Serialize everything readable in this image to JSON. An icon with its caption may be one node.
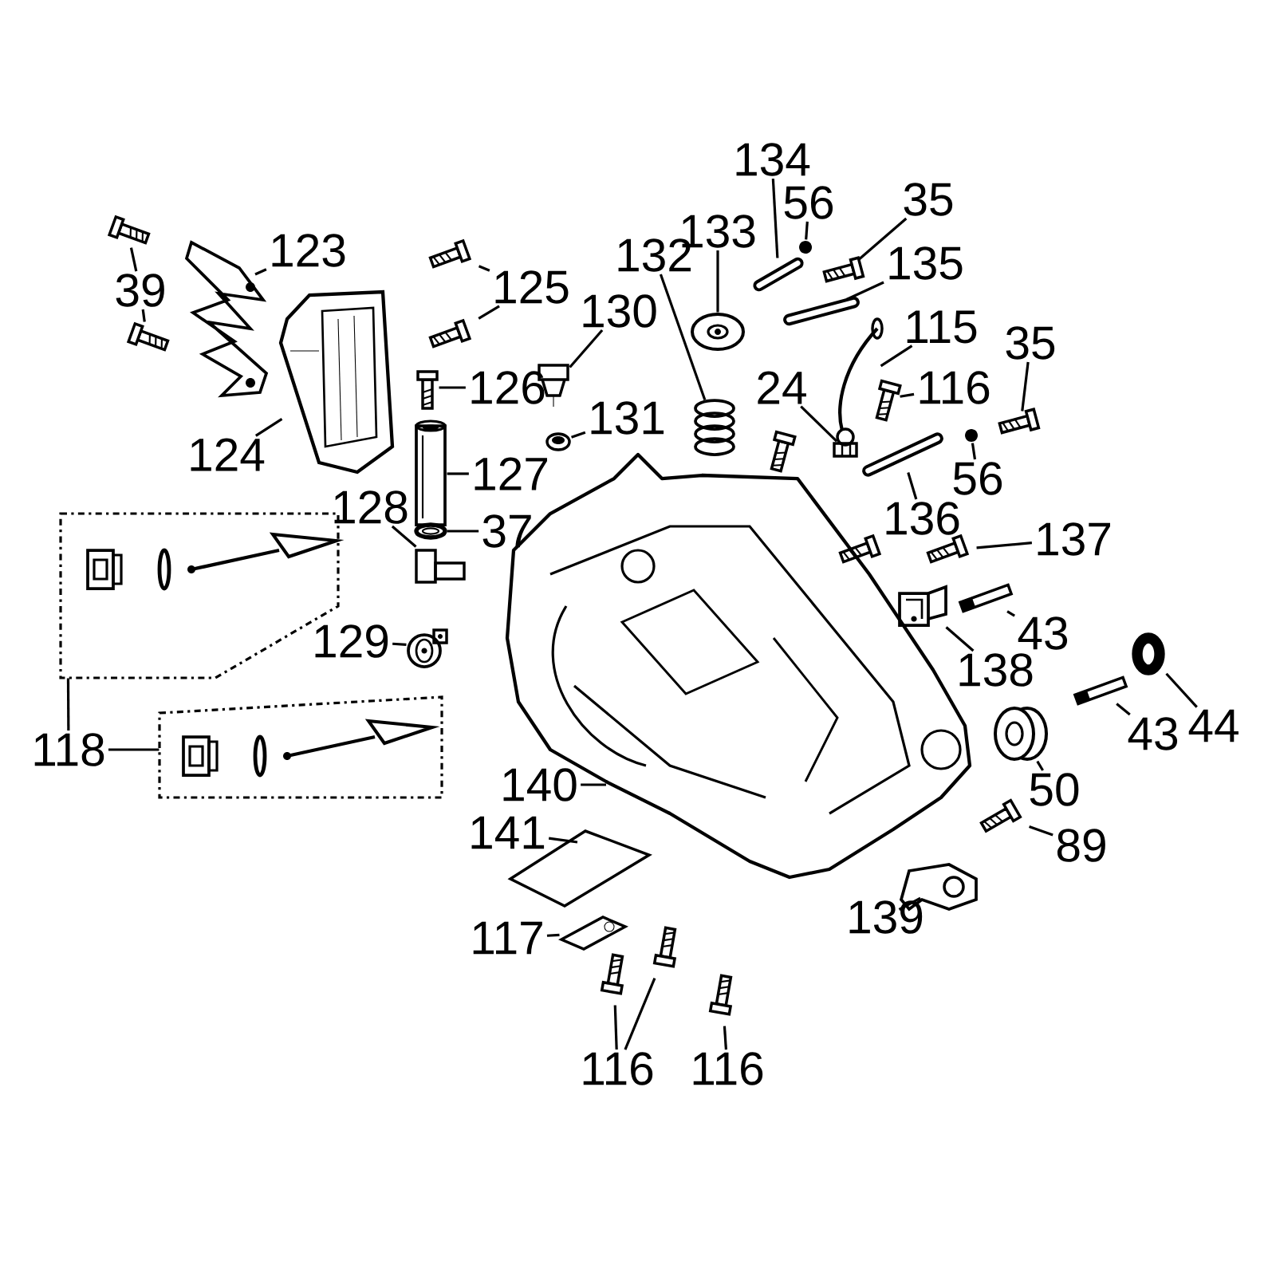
{
  "diagram": {
    "nodes": [
      {
        "text": [
          "39"
        ]
      },
      {
        "text": [],
        "shape": "picture"
      },
      {
        "text": [],
        "shape": "picture"
      },
      {
        "text": [
          "123"
        ]
      },
      {
        "text": [],
        "shape": "picture"
      },
      {
        "text": [
          "124"
        ]
      },
      {
        "text": [],
        "shape": "picture"
      },
      {
        "text": [
          "125"
        ]
      },
      {
        "text": [],
        "shape": "picture"
      },
      {
        "text": [],
        "shape": "picture"
      },
      {
        "text": [
          "130"
        ]
      },
      {
        "text": [],
        "shape": "picture"
      },
      {
        "text": [
          "126"
        ]
      },
      {
        "text": [],
        "shape": "picture"
      },
      {
        "text": [
          "131"
        ]
      },
      {
        "text": [],
        "shape": "picture"
      },
      {
        "text": [
          "127"
        ]
      },
      {
        "text": [],
        "shape": "picture"
      },
      {
        "text": [
          "37"
        ]
      },
      {
        "text": [],
        "shape": "picture"
      },
      {
        "text": [
          "128"
        ]
      },
      {
        "text": [],
        "shape": "picture"
      },
      {
        "text": [
          "129"
        ]
      },
      {
        "text": [],
        "shape": "picture"
      },
      {
        "text": [
          "118"
        ]
      },
      {
        "text": [],
        "shape": "box"
      },
      {
        "text": [],
        "shape": "box"
      },
      {
        "text": [
          "132"
        ]
      },
      {
        "text": [],
        "shape": "picture"
      },
      {
        "text": [
          "133"
        ]
      },
      {
        "text": [],
        "shape": "picture"
      },
      {
        "text": [
          "134"
        ]
      },
      {
        "text": [],
        "shape": "picture"
      },
      {
        "text": [
          "56"
        ]
      },
      {
        "text": [],
        "shape": "circle"
      },
      {
        "text": [
          "35"
        ]
      },
      {
        "text": [],
        "shape": "picture"
      },
      {
        "text": [
          "135"
        ]
      },
      {
        "text": [],
        "shape": "picture"
      },
      {
        "text": [
          "115"
        ]
      },
      {
        "text": [],
        "shape": "picture"
      },
      {
        "text": [
          "24"
        ]
      },
      {
        "text": [],
        "shape": "picture"
      },
      {
        "text": [
          "116"
        ]
      },
      {
        "text": [],
        "shape": "picture"
      },
      {
        "text": [
          "35"
        ]
      },
      {
        "text": [],
        "shape": "picture"
      },
      {
        "text": [
          "56"
        ]
      },
      {
        "text": [],
        "shape": "circle"
      },
      {
        "text": [
          "136"
        ]
      },
      {
        "text": [],
        "shape": "picture"
      },
      {
        "text": [
          "137"
        ]
      },
      {
        "text": [],
        "shape": "picture"
      },
      {
        "text": [
          "138"
        ]
      },
      {
        "text": [],
        "shape": "picture"
      },
      {
        "text": [
          "43"
        ]
      },
      {
        "text": [],
        "shape": "picture"
      },
      {
        "text": [
          "44"
        ]
      },
      {
        "text": [],
        "shape": "circle"
      },
      {
        "text": [
          "43"
        ]
      },
      {
        "text": [],
        "shape": "picture"
      },
      {
        "text": [
          "50"
        ]
      },
      {
        "text": [],
        "shape": "picture"
      },
      {
        "text": [
          "89"
        ]
      },
      {
        "text": [],
        "shape": "picture"
      },
      {
        "text": [
          "139"
        ]
      },
      {
        "text": [],
        "shape": "picture"
      },
      {
        "text": [
          "140"
        ]
      },
      {
        "text": [],
        "shape": "picture"
      },
      {
        "text": [
          "141"
        ]
      },
      {
        "text": [],
        "shape": "picture"
      },
      {
        "text": [
          "117"
        ]
      },
      {
        "text": [],
        "shape": "picture"
      },
      {
        "text": [
          "116"
        ]
      },
      {
        "text": [],
        "shape": "picture"
      },
      {
        "text": [],
        "shape": "picture"
      },
      {
        "text": [
          "116"
        ]
      },
      {
        "text": [],
        "shape": "picture"
      }
    ],
    "edges": [
      {
        "from": 0,
        "to": 1,
        "arrow": "none"
      },
      {
        "from": 0,
        "to": 2,
        "arrow": "none"
      },
      {
        "from": 3,
        "to": 4,
        "arrow": "none"
      },
      {
        "from": 5,
        "to": 6,
        "arrow": "none"
      },
      {
        "from": 7,
        "to": 8,
        "arrow": "none"
      },
      {
        "from": 7,
        "to": 9,
        "arrow": "none"
      },
      {
        "from": 10,
        "to": 11,
        "arrow": "none"
      },
      {
        "from": 12,
        "to": 13,
        "arrow": "none"
      },
      {
        "from": 14,
        "to": 15,
        "arrow": "none"
      },
      {
        "from": 16,
        "to": 17,
        "arrow": "none"
      },
      {
        "from": 18,
        "to": 19,
        "arrow": "none"
      },
      {
        "from": 20,
        "to": 21,
        "arrow": "none"
      },
      {
        "from": 22,
        "to": 23,
        "arrow": "none"
      },
      {
        "from": 24,
        "to": 25,
        "arrow": "none"
      },
      {
        "from": 24,
        "to": 26,
        "arrow": "none"
      },
      {
        "from": 27,
        "to": 28,
        "arrow": "none"
      },
      {
        "from": 29,
        "to": 30,
        "arrow": "none"
      },
      {
        "from": 31,
        "to": 32,
        "arrow": "none"
      },
      {
        "from": 33,
        "to": 34,
        "arrow": "none"
      },
      {
        "from": 35,
        "to": 36,
        "arrow": "none"
      },
      {
        "from": 37,
        "to": 38,
        "arrow": "none"
      },
      {
        "from": 39,
        "to": 40,
        "arrow": "none"
      },
      {
        "from": 41,
        "to": 42,
        "arrow": "none"
      },
      {
        "from": 43,
        "to": 44,
        "arrow": "none"
      },
      {
        "from": 45,
        "to": 46,
        "arrow": "none"
      },
      {
        "from": 47,
        "to": 48,
        "arrow": "none"
      },
      {
        "from": 49,
        "to": 50,
        "arrow": "none"
      },
      {
        "from": 51,
        "to": 52,
        "arrow": "none"
      },
      {
        "from": 53,
        "to": 54,
        "arrow": "none"
      },
      {
        "from": 55,
        "to": 56,
        "arrow": "none"
      },
      {
        "from": 57,
        "to": 58,
        "arrow": "none"
      },
      {
        "from": 59,
        "to": 60,
        "arrow": "none"
      },
      {
        "from": 61,
        "to": 62,
        "arrow": "none"
      },
      {
        "from": 63,
        "to": 64,
        "arrow": "none"
      },
      {
        "from": 65,
        "to": 66,
        "arrow": "none"
      },
      {
        "from": 67,
        "to": 68,
        "arrow": "none"
      },
      {
        "from": 69,
        "to": 70,
        "arrow": "none"
      },
      {
        "from": 71,
        "to": 72,
        "arrow": "none"
      },
      {
        "from": 73,
        "to": 74,
        "arrow": "none"
      },
      {
        "from": 73,
        "to": 75,
        "arrow": "none"
      },
      {
        "from": 76,
        "to": 77,
        "arrow": "none"
      }
    ]
  }
}
